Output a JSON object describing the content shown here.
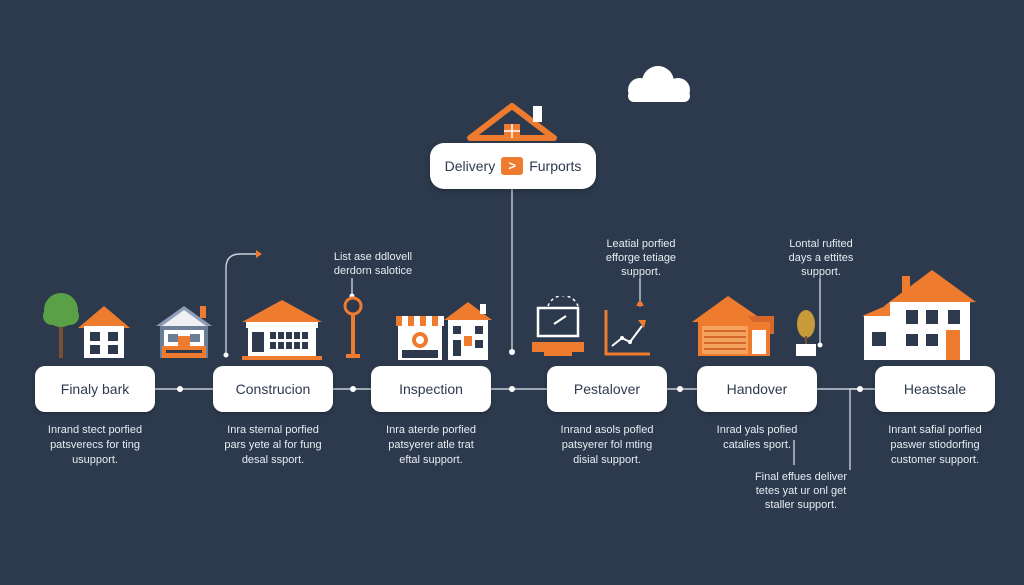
{
  "hub": {
    "left": "Delivery",
    "arrow": ">",
    "right": "Furports"
  },
  "stages": [
    {
      "label": "Finaly bark",
      "desc": [
        "Inrand stect porfied",
        "patsverecs for ting",
        "usupport."
      ]
    },
    {
      "label": "Construcion",
      "desc": [
        "Inra sternal porfied",
        "pars yete al for fung",
        "desal ssport."
      ]
    },
    {
      "label": "Inspection",
      "desc": [
        "Inra aterde porfied",
        "patsyerer atle trat",
        "eftal support."
      ]
    },
    {
      "label": "Pestalover",
      "desc": [
        "Inrand asols pofled",
        "patsyerer fol mting",
        "disial support."
      ]
    },
    {
      "label": "Handover",
      "desc": [
        "Inrad yals pofied",
        "catalies sport."
      ]
    },
    {
      "label": "Heastsale",
      "desc": [
        "Inrant safial porfied",
        "paswer stiodorfing",
        "customer support."
      ]
    }
  ],
  "notes": [
    {
      "id": "inspection-note",
      "lines": [
        "List ase ddlovell",
        "derdorn salotice"
      ]
    },
    {
      "id": "pestalover-note",
      "lines": [
        "Leatial porfied",
        "efforge tetiage",
        "support."
      ]
    },
    {
      "id": "handover-note",
      "lines": [
        "Lontal rufited",
        "days a ettites",
        "support."
      ]
    },
    {
      "id": "handover-footnote",
      "lines": [
        "Final effues deliver",
        "tetes yat ur onl get",
        "staller support."
      ]
    }
  ],
  "colors": {
    "background": "#2d3a4e",
    "accent": "#ee7b2e",
    "box": "#ffffff",
    "text_dark": "#2d3a4e",
    "text_light": "#e8ecf1",
    "line": "#c8ced8"
  },
  "icons": [
    "house-with-tree-icon",
    "small-house-icon",
    "building-icon",
    "lamp-post-icon",
    "storefront-icon",
    "townhouse-icon",
    "laptop-icon",
    "growth-chart-icon",
    "garage-house-icon",
    "potted-plant-icon",
    "large-house-icon",
    "cloud-icon",
    "hub-house-icon"
  ]
}
